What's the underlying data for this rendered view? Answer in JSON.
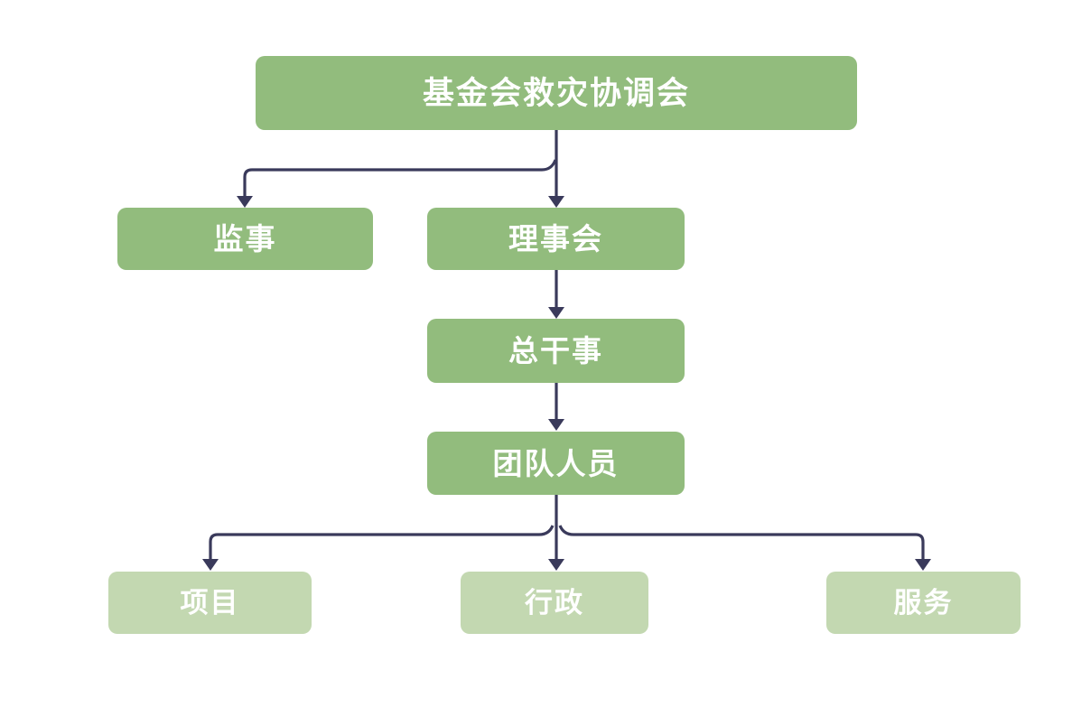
{
  "colors": {
    "node_green": "#92BC7D",
    "node_light_green": "#C3D8B1",
    "connector": "#3A3A5B",
    "text": "#FFFFFF",
    "background": "#FFFFFF"
  },
  "diagram": {
    "type": "org-chart",
    "nodes": [
      {
        "id": "root",
        "label": "基金会救灾协调会",
        "level": 1
      },
      {
        "id": "supervisor",
        "label": "监事",
        "level": 2
      },
      {
        "id": "board",
        "label": "理事会",
        "level": 2
      },
      {
        "id": "secretary-general",
        "label": "总干事",
        "level": 3
      },
      {
        "id": "team",
        "label": "团队人员",
        "level": 4
      },
      {
        "id": "projects",
        "label": "项目",
        "level": 5
      },
      {
        "id": "administration",
        "label": "行政",
        "level": 5
      },
      {
        "id": "services",
        "label": "服务",
        "level": 5
      }
    ],
    "edges": [
      {
        "from": "root",
        "to": "supervisor"
      },
      {
        "from": "root",
        "to": "board"
      },
      {
        "from": "board",
        "to": "secretary-general"
      },
      {
        "from": "secretary-general",
        "to": "team"
      },
      {
        "from": "team",
        "to": "projects"
      },
      {
        "from": "team",
        "to": "administration"
      },
      {
        "from": "team",
        "to": "services"
      }
    ]
  }
}
